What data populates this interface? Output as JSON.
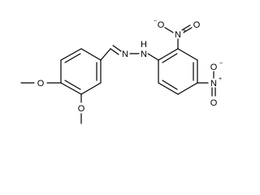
{
  "molecule": {
    "atoms": {
      "o_methoxy_top": "O",
      "o_methoxy_bottom": "O",
      "n_imine": "N",
      "n_hydrazine": "N",
      "h_hydrazine": "H",
      "n_nitro_ortho": "N",
      "o_nitro_ortho_a": "O",
      "o_nitro_ortho_b": "O",
      "n_nitro_para": "N",
      "o_nitro_para_a": "O",
      "o_nitro_para_b": "O"
    },
    "charges": {
      "nitro_ortho_n": "+",
      "nitro_ortho_o": "−",
      "nitro_para_n": "+",
      "nitro_para_o": "−"
    }
  }
}
